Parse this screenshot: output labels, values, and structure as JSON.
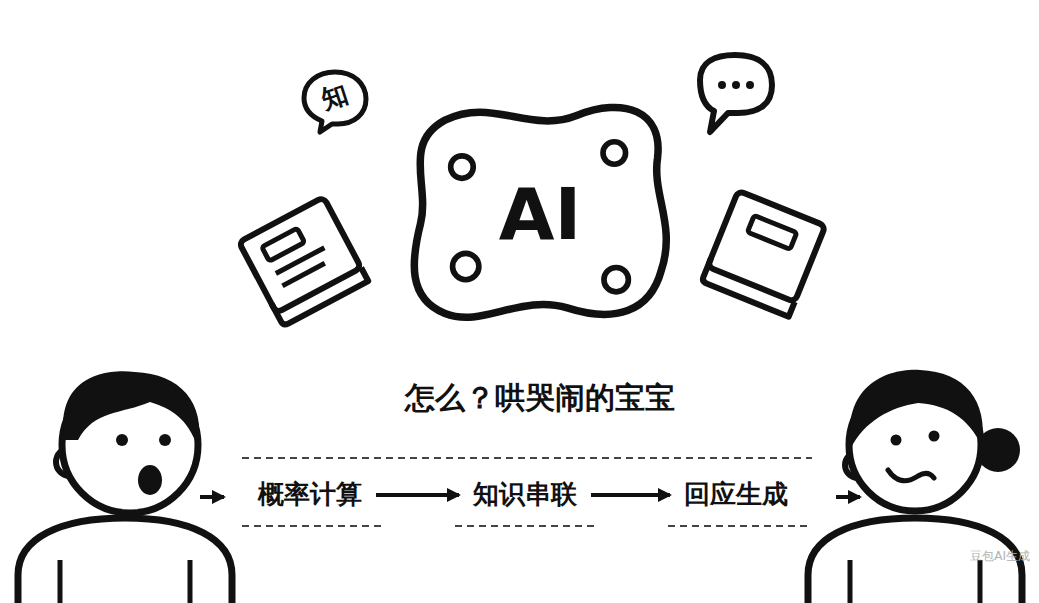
{
  "diagram": {
    "title": "怎么？哄哭闹的宝宝",
    "nodes": [
      {
        "text": [
          "知"
        ]
      },
      {
        "text": [
          "AI"
        ]
      },
      {
        "text": [
          "概率计算"
        ]
      },
      {
        "text": [
          "知识串联"
        ]
      },
      {
        "text": [
          "回应生成"
        ]
      }
    ],
    "edges": [
      {
        "from": 2,
        "to": 3,
        "arrow": "to"
      },
      {
        "from": 3,
        "to": 4,
        "arrow": "to"
      }
    ],
    "labels": [
      "豆包AI生成"
    ]
  }
}
